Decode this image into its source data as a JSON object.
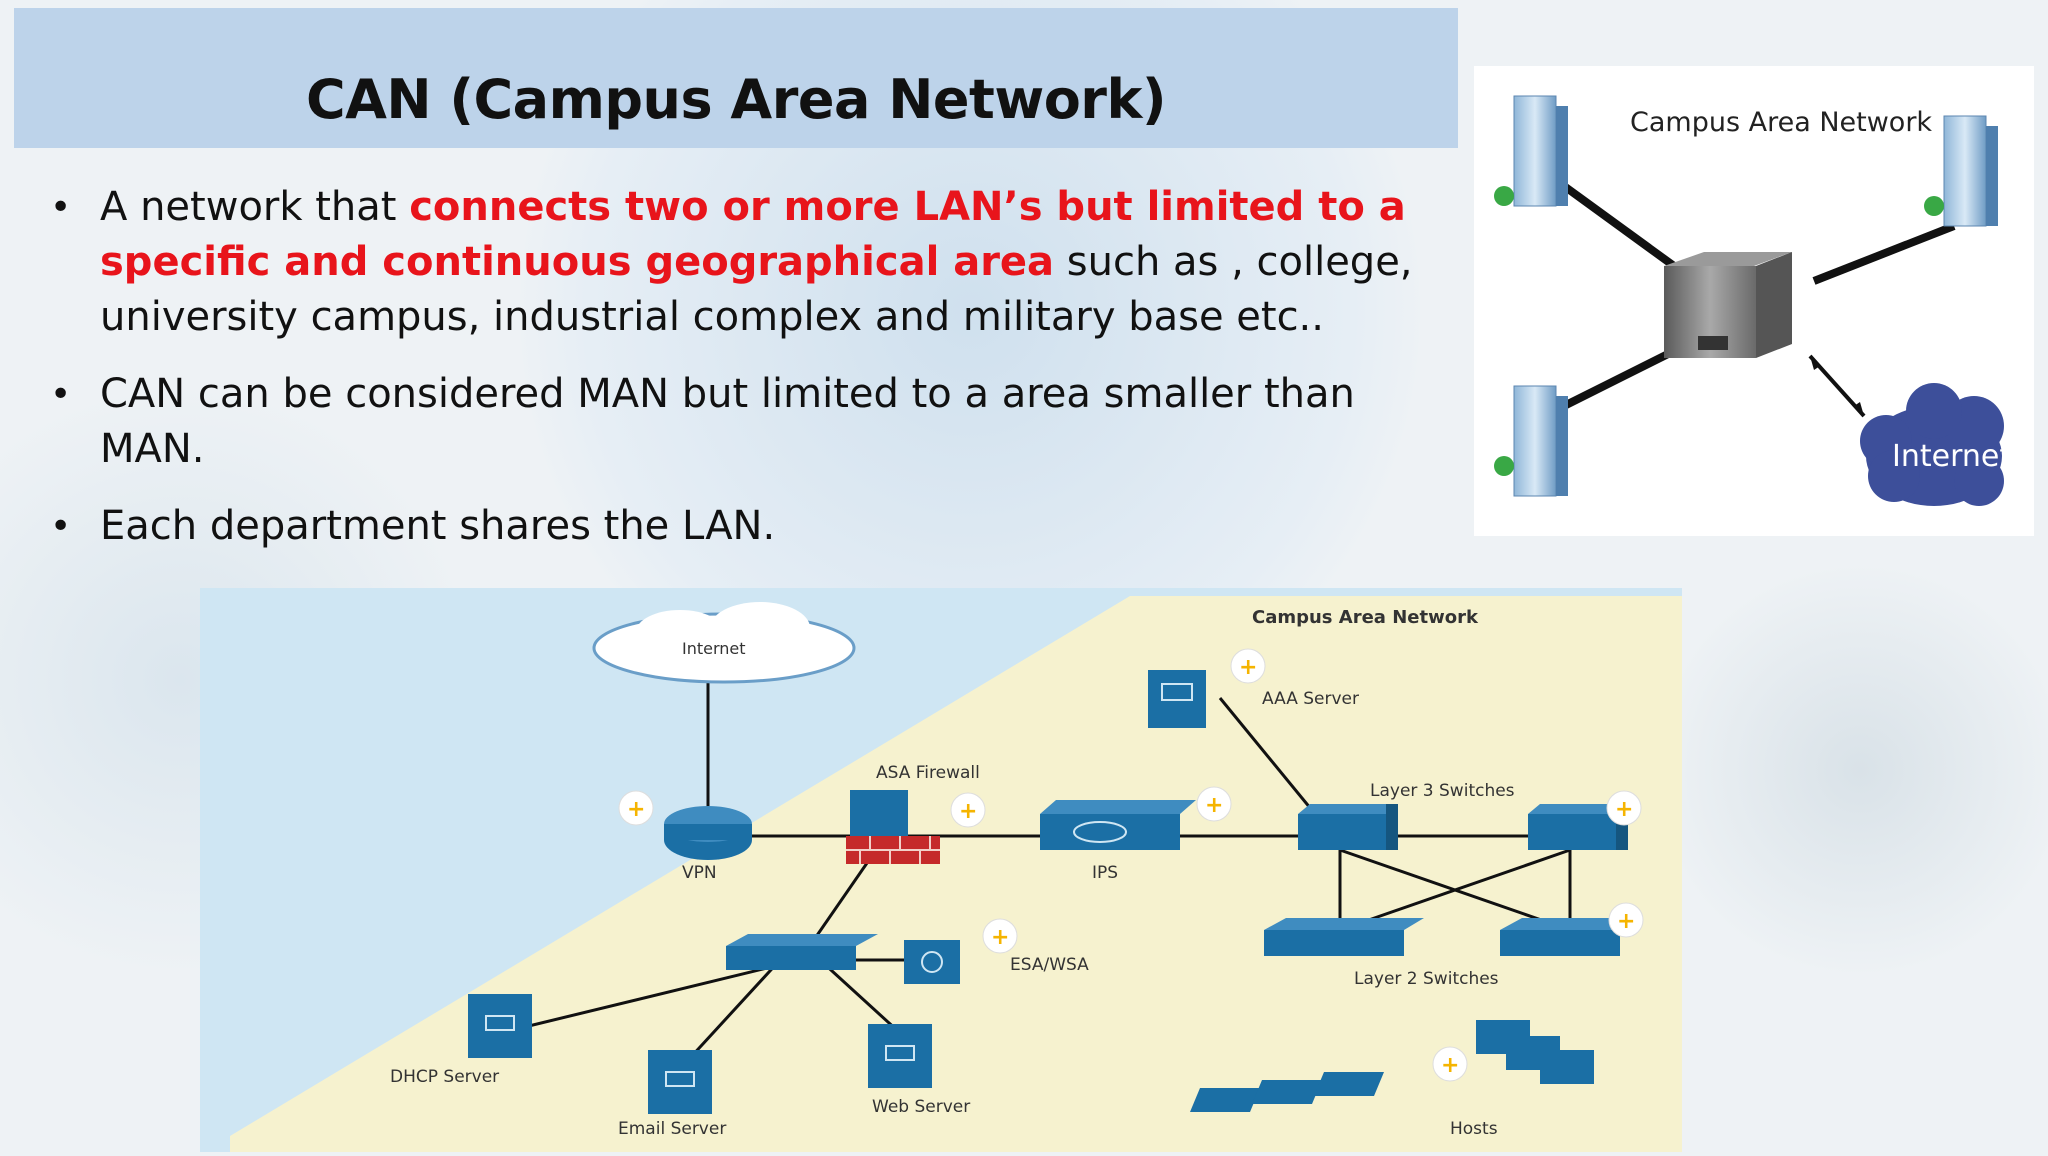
{
  "slide": {
    "title": "CAN (Campus Area Network)",
    "bullets": [
      {
        "text_before": "A network that ",
        "highlight": "connects two or more LAN’s but limited to a specific and continuous geographical area",
        "text_after": " such as , college, university campus, industrial complex and military base etc.."
      },
      {
        "text": "CAN can be considered MAN but limited to a area smaller than MAN."
      },
      {
        "text": "Each department shares the LAN."
      }
    ],
    "colors": {
      "title_bar": "#bdd3ea",
      "highlight": "#e8141b",
      "diagram_bg": "#f6f2cf",
      "device_blue": "#1b6fa5"
    }
  },
  "diagram1": {
    "title": "Campus Area Network",
    "internet_label": "Internet",
    "icons": [
      "building-icon",
      "server-icon",
      "cloud-icon"
    ]
  },
  "diagram2": {
    "title": "Campus Area Network",
    "labels": {
      "internet": "Internet",
      "aaa": "AAA Server",
      "asa": "ASA Firewall",
      "layer3": "Layer 3 Switches",
      "vpn": "VPN",
      "ips": "IPS",
      "esa": "ESA/WSA",
      "layer2": "Layer 2 Switches",
      "dhcp": "DHCP Server",
      "email": "Email Server",
      "web": "Web Server",
      "hosts": "Hosts"
    }
  }
}
